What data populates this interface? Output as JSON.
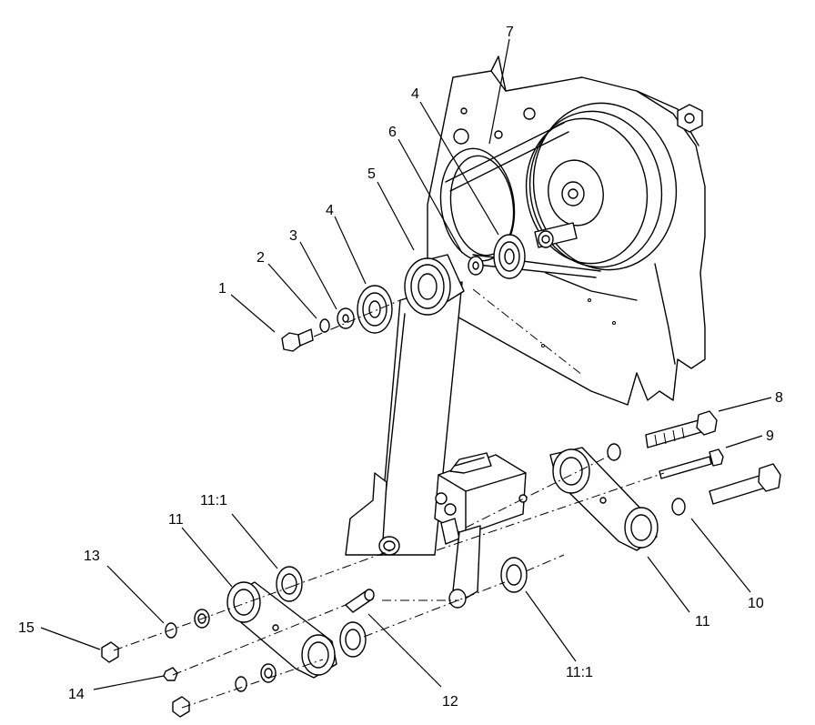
{
  "callouts": [
    {
      "id": "c1",
      "text": "1"
    },
    {
      "id": "c2",
      "text": "2"
    },
    {
      "id": "c3",
      "text": "3"
    },
    {
      "id": "c4a",
      "text": "4"
    },
    {
      "id": "c4b",
      "text": "4"
    },
    {
      "id": "c5",
      "text": "5"
    },
    {
      "id": "c6",
      "text": "6"
    },
    {
      "id": "c7",
      "text": "7"
    },
    {
      "id": "c8",
      "text": "8"
    },
    {
      "id": "c9",
      "text": "9"
    },
    {
      "id": "c10",
      "text": "10"
    },
    {
      "id": "c11a",
      "text": "11"
    },
    {
      "id": "c11b",
      "text": "11"
    },
    {
      "id": "c111a",
      "text": "11:1"
    },
    {
      "id": "c111b",
      "text": "11:1"
    },
    {
      "id": "c12",
      "text": "12"
    },
    {
      "id": "c13",
      "text": "13"
    },
    {
      "id": "c14",
      "text": "14"
    },
    {
      "id": "c15",
      "text": "15"
    }
  ]
}
